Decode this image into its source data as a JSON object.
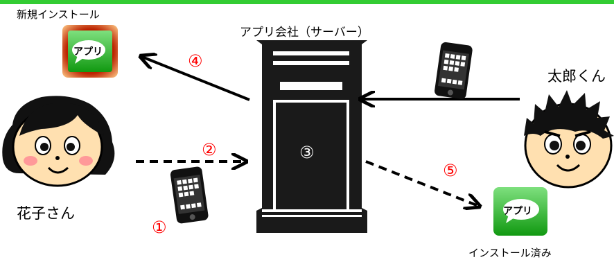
{
  "labels": {
    "new_install": "新規インストール",
    "server": "アプリ会社（サーバー）",
    "taro": "太郎くん",
    "hanako": "花子さん",
    "installed": "インストール済み",
    "app_icon_text": "アプリ"
  },
  "steps": [
    "①",
    "②",
    "③",
    "④",
    "⑤"
  ],
  "colors": {
    "accent_bar": "#33cc33",
    "step_number": "#ff0000",
    "app_icon_green": "#22bb22",
    "app_icon_red_border": "#cc2200",
    "server": "#1a1a1a"
  },
  "icons": [
    "smartphone-icon",
    "app-icon",
    "server-icon",
    "girl-face-icon",
    "boy-face-icon"
  ]
}
